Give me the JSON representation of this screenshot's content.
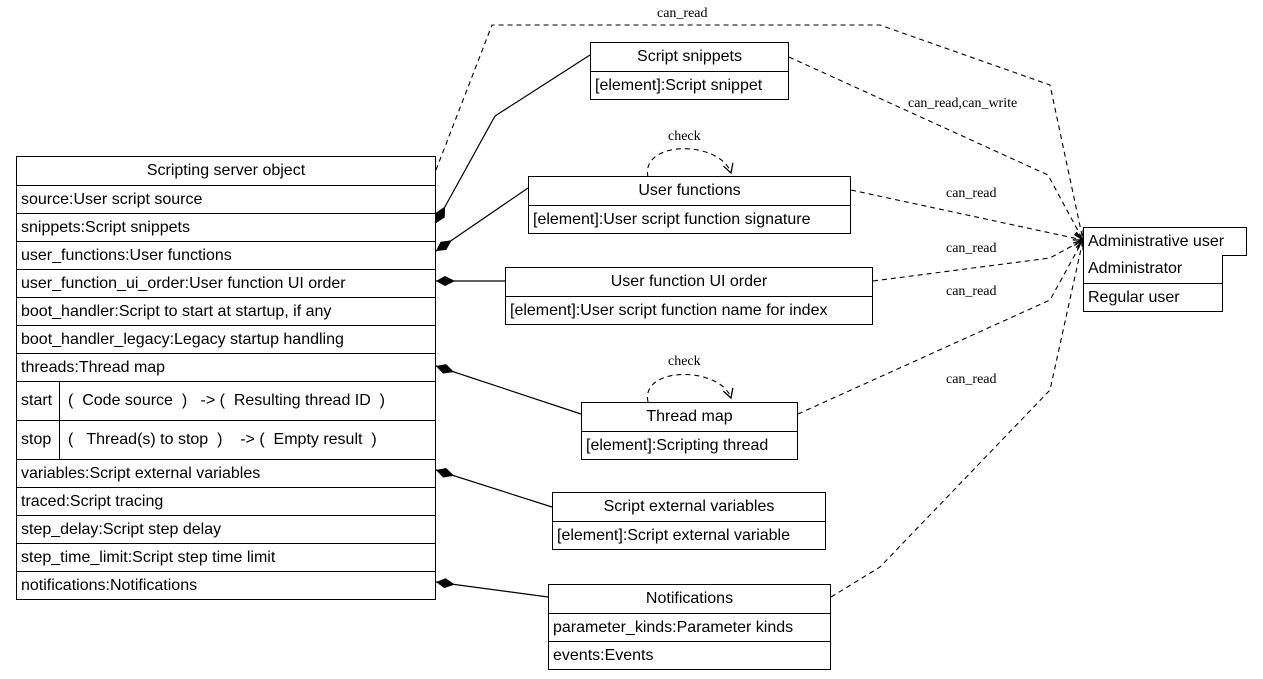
{
  "main_object": {
    "title": "Scripting server object",
    "attributes": [
      "source:User script source",
      "snippets:Script snippets",
      "user_functions:User functions",
      "user_function_ui_order:User function UI order",
      "boot_handler:Script to start at startup, if any",
      "boot_handler_legacy:Legacy startup handling",
      "threads:Thread map"
    ],
    "methods": [
      {
        "name": "start",
        "signature": "(  Code source  )   -> (  Resulting thread ID  )"
      },
      {
        "name": "stop",
        "signature": "(   Thread(s) to stop  )    -> (  Empty result  )"
      }
    ],
    "attributes2": [
      "variables:Script external variables",
      "traced:Script tracing",
      "step_delay:Script step delay",
      "step_time_limit:Script step time limit",
      "notifications:Notifications"
    ]
  },
  "script_snippets": {
    "title": "Script snippets",
    "rows": [
      "[element]:Script snippet"
    ]
  },
  "user_functions": {
    "title": "User functions",
    "rows": [
      "[element]:User script function signature"
    ]
  },
  "user_function_ui_order": {
    "title": "User function UI order",
    "rows": [
      "[element]:User script function name for index"
    ]
  },
  "thread_map": {
    "title": "Thread map",
    "rows": [
      "[element]:Scripting thread"
    ]
  },
  "script_external_variables": {
    "title": "Script external variables",
    "rows": [
      "[element]:Script external variable"
    ]
  },
  "notifications": {
    "title": "Notifications",
    "rows": [
      "parameter_kinds:Parameter kinds",
      "events:Events"
    ]
  },
  "roles": {
    "title": "Administrative user",
    "rows": [
      "Administrator",
      "Regular user"
    ]
  },
  "edge_labels": {
    "can_read_top": "can_read",
    "can_read_write": "can_read,can_write",
    "check_user_functions": "check",
    "can_read_user_functions": "can_read",
    "can_read_ui_order": "can_read",
    "can_read_thread_map": "can_read",
    "check_thread_map": "check",
    "can_read_notifications": "can_read"
  }
}
